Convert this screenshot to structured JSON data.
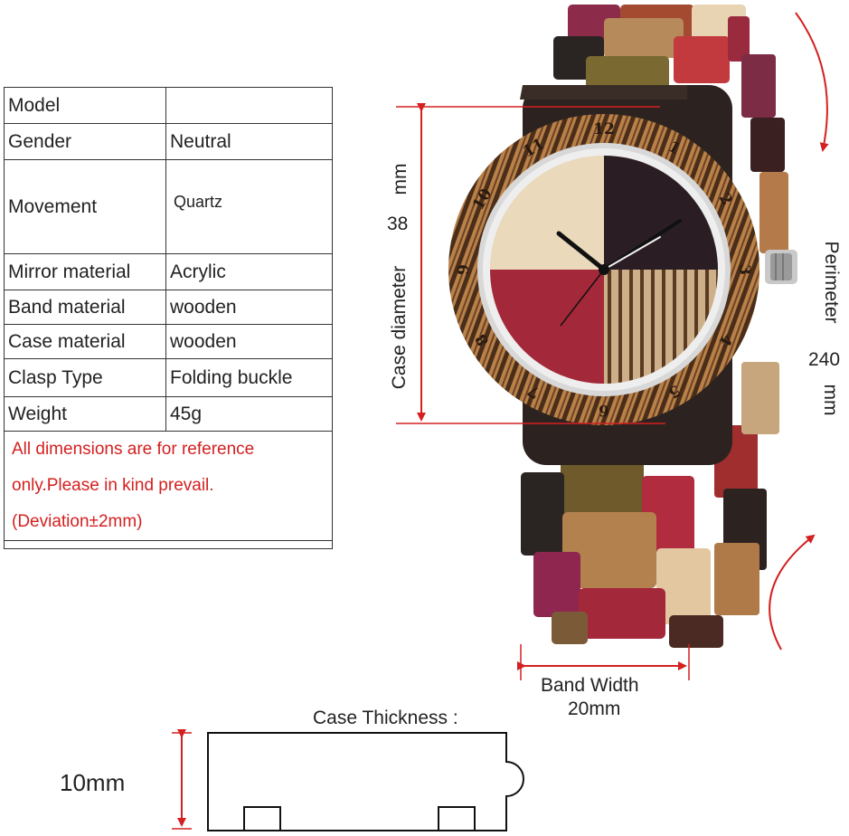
{
  "specs": {
    "rows": [
      {
        "key": "Model",
        "value": ""
      },
      {
        "key": "Gender",
        "value": "Neutral"
      },
      {
        "key": "Movement",
        "value": "Quartz"
      },
      {
        "key": "Mirror material",
        "value": "Acrylic"
      },
      {
        "key": "Band material",
        "value": "wooden"
      },
      {
        "key": "Case material",
        "value": "wooden"
      },
      {
        "key": "Clasp Type",
        "value": "Folding buckle"
      },
      {
        "key": "Weight",
        "value": "45g"
      }
    ],
    "note": {
      "line1": "All dimensions are for reference",
      "line2": "only.Please in kind prevail.",
      "line3": "(Deviation±2mm)"
    }
  },
  "dimensions": {
    "case_diameter_label": "Case diameter",
    "case_diameter_value": "38",
    "case_diameter_unit": "mm",
    "perimeter_label": "Perimeter",
    "perimeter_value": "240",
    "perimeter_unit": "mm",
    "band_width_label": "Band Width",
    "band_width_value": "20mm",
    "case_thickness_label": "Case Thickness :",
    "case_thickness_value": "10mm"
  },
  "dial": {
    "numerals": [
      "12",
      "1",
      "2",
      "3",
      "4",
      "5",
      "6",
      "7",
      "8",
      "9",
      "10",
      "11"
    ]
  },
  "colors": {
    "accent_red": "#d42020",
    "wood_dark": "#2c2320",
    "wood_brown": "#8a5a32",
    "wood_red": "#a3283a",
    "wood_light": "#e9d6b6"
  }
}
